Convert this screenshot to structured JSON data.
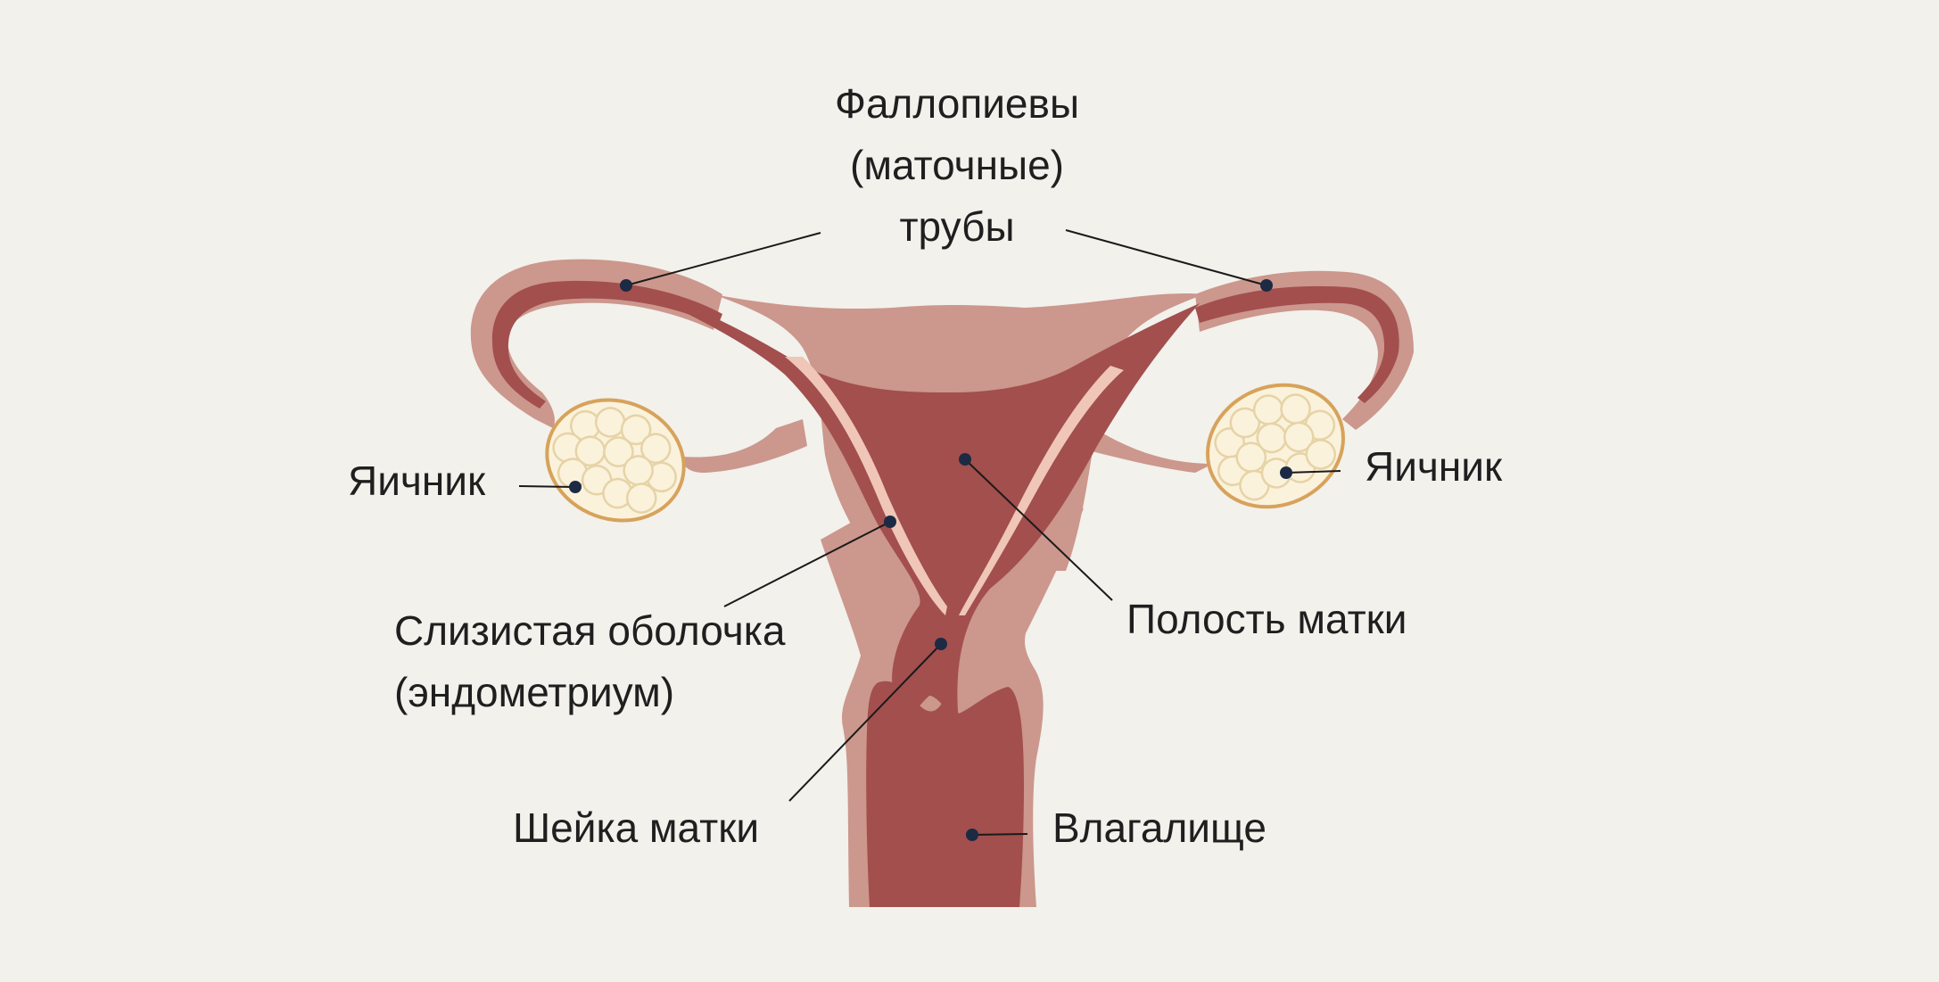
{
  "labels": {
    "fallopian_tubes": [
      "Фаллопиевы",
      "(маточные)",
      "трубы"
    ],
    "ovary_left": "Яичник",
    "ovary_right": "Яичник",
    "endometrium": [
      "Слизистая оболочка",
      "(эндометриум)"
    ],
    "uterine_cavity": "Полость матки",
    "cervix": "Шейка матки",
    "vagina": "Влагалище"
  },
  "colors": {
    "background": "#f2f1ec",
    "tissue_outer": "#cc978d",
    "tissue_inner": "#a24f4e",
    "endometrium_lining": "#efc6b7",
    "ovary_fill": "#fbf2dc",
    "ovary_outline": "#d7a25b",
    "marker": "#1c2a44"
  }
}
